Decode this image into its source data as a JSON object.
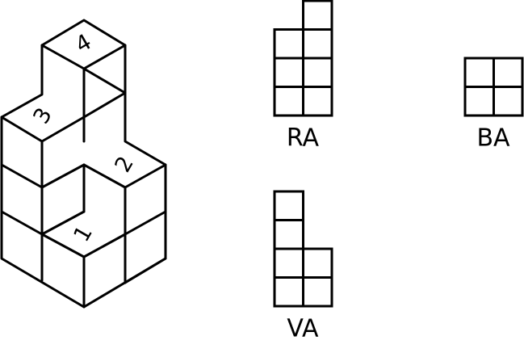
{
  "stack": {
    "labels": [
      {
        "id": "cube-1",
        "text": "1"
      },
      {
        "id": "cube-2",
        "text": "2"
      },
      {
        "id": "cube-3",
        "text": "3"
      },
      {
        "id": "cube-4",
        "text": "4"
      }
    ]
  },
  "views": {
    "ra": {
      "label": "RA",
      "column_heights": [
        3,
        4
      ]
    },
    "ba": {
      "label": "BA",
      "column_heights": [
        2,
        2
      ]
    },
    "va": {
      "label": "VA",
      "column_heights": [
        4,
        2
      ]
    }
  },
  "colors": {
    "line": "#000000",
    "background": "#ffffff"
  }
}
